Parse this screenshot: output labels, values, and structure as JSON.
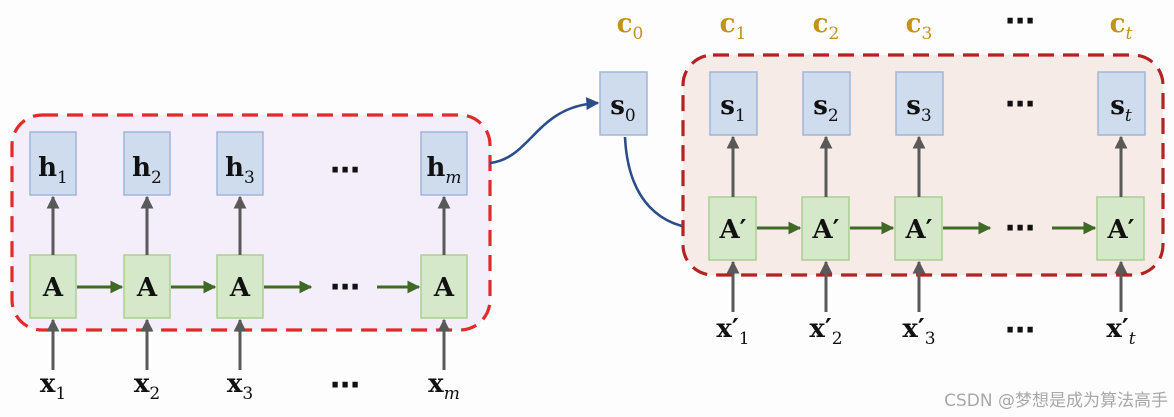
{
  "encoder": {
    "hidden": [
      {
        "base": "h",
        "sub": "1"
      },
      {
        "base": "h",
        "sub": "2"
      },
      {
        "base": "h",
        "sub": "3"
      },
      {
        "base": "h",
        "sub": "m"
      }
    ],
    "cell": [
      "A",
      "A",
      "A",
      "A"
    ],
    "input": [
      {
        "base": "x",
        "sub": "1"
      },
      {
        "base": "x",
        "sub": "2"
      },
      {
        "base": "x",
        "sub": "3"
      },
      {
        "base": "x",
        "sub": "m"
      }
    ]
  },
  "bridge": {
    "context": {
      "base": "c",
      "sub": "0"
    },
    "state": {
      "base": "s",
      "sub": "0"
    }
  },
  "decoder": {
    "context": [
      {
        "base": "c",
        "sub": "1"
      },
      {
        "base": "c",
        "sub": "2"
      },
      {
        "base": "c",
        "sub": "3"
      },
      {
        "base": "c",
        "sub": "t"
      }
    ],
    "state": [
      {
        "base": "s",
        "sub": "1"
      },
      {
        "base": "s",
        "sub": "2"
      },
      {
        "base": "s",
        "sub": "3"
      },
      {
        "base": "s",
        "sub": "t"
      }
    ],
    "cell": [
      "A′",
      "A′",
      "A′",
      "A′"
    ],
    "input": [
      {
        "base": "x′",
        "sub": "1"
      },
      {
        "base": "x′",
        "sub": "2"
      },
      {
        "base": "x′",
        "sub": "3"
      },
      {
        "base": "x′",
        "sub": "t"
      }
    ]
  },
  "ellipsis": "⋯",
  "watermark": "CSDN @梦想是成为算法高手"
}
